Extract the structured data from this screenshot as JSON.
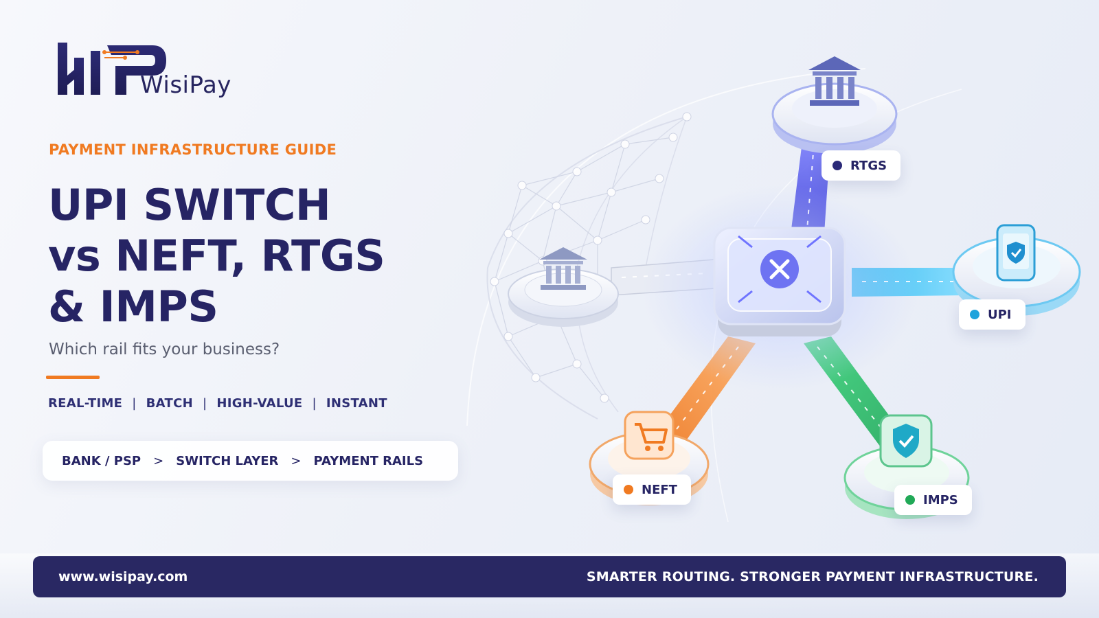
{
  "brand": {
    "name": "WisiPay",
    "logo_color": "#26245f",
    "accent_color": "#f07a21"
  },
  "hero": {
    "eyebrow": "PAYMENT INFRASTRUCTURE GUIDE",
    "headline_lines": [
      "UPI SWITCH",
      "vs NEFT, RTGS",
      "& IMPS"
    ],
    "subheadline": "Which rail fits your business?"
  },
  "tags": {
    "items": [
      "REAL-TIME",
      "BATCH",
      "HIGH-VALUE",
      "INSTANT"
    ],
    "separator": "|"
  },
  "flow": {
    "steps": [
      "BANK / PSP",
      "SWITCH LAYER",
      "PAYMENT RAILS"
    ],
    "separator": ">"
  },
  "diagram": {
    "hub_icon": "switch-hub-icon",
    "source_icon": "bank-icon",
    "nodes": [
      {
        "id": "rtgs",
        "label": "RTGS",
        "icon": "bank-icon",
        "color": "#2b2a78"
      },
      {
        "id": "upi",
        "label": "UPI",
        "icon": "phone-shield-icon",
        "color": "#1fa3dc"
      },
      {
        "id": "neft",
        "label": "NEFT",
        "icon": "cart-icon",
        "color": "#f07a21"
      },
      {
        "id": "imps",
        "label": "IMPS",
        "icon": "shield-check-icon",
        "color": "#21a957"
      }
    ]
  },
  "footer": {
    "url": "www.wisipay.com",
    "tagline": "SMARTER ROUTING. STRONGER PAYMENT INFRASTRUCTURE."
  }
}
